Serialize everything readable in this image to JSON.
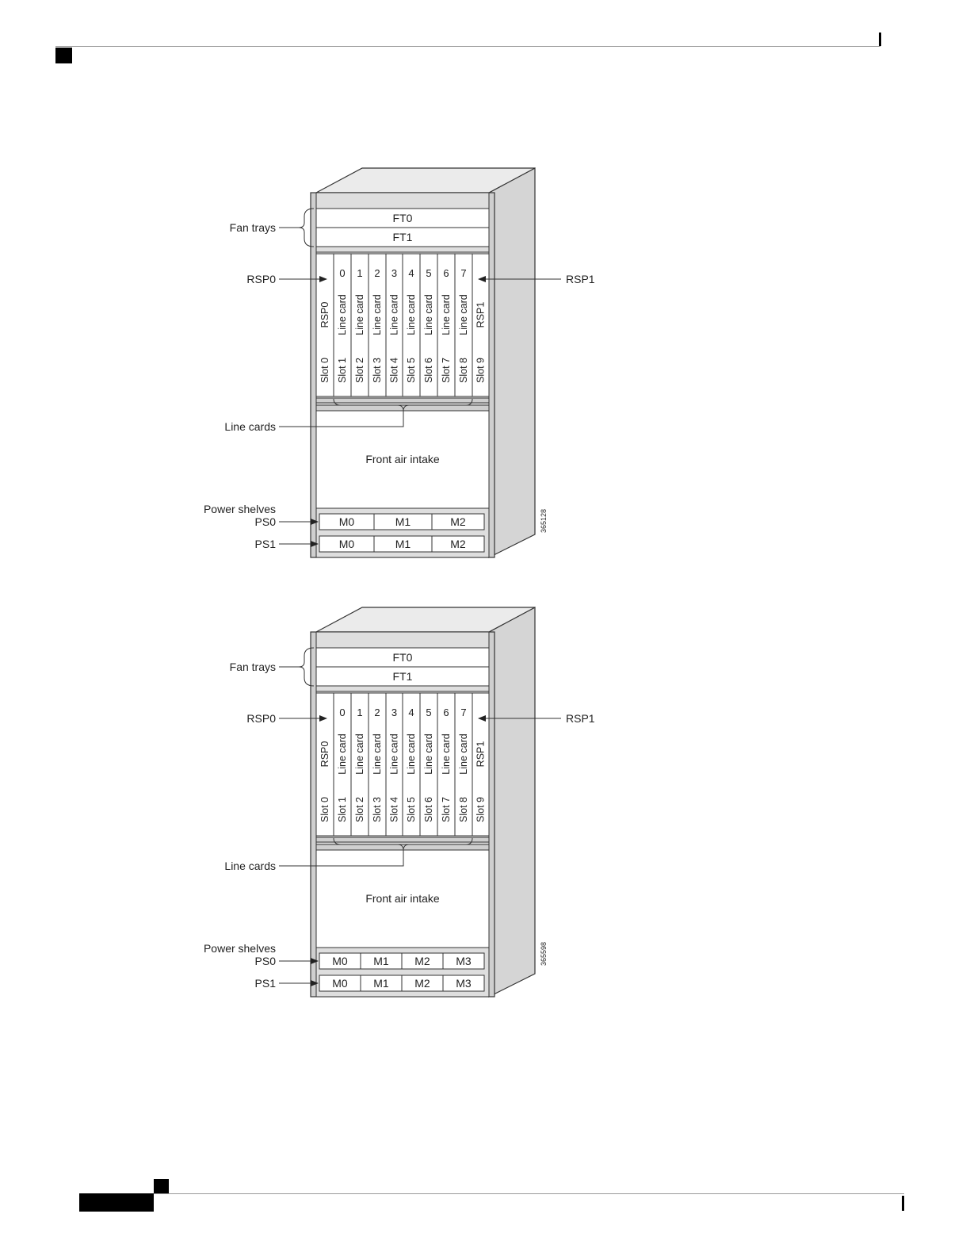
{
  "header": {
    "marker": "black-square"
  },
  "footer": {
    "marker": "black-bar"
  },
  "figures": [
    {
      "id_label": "365128",
      "callouts": {
        "fan_trays": "Fan trays",
        "rsp0": "RSP0",
        "rsp1": "RSP1",
        "line_cards": "Line cards",
        "power_shelves": "Power shelves",
        "ps0": "PS0",
        "ps1": "PS1"
      },
      "fan_trays": [
        "FT0",
        "FT1"
      ],
      "slots": [
        {
          "num": "",
          "name": "RSP0",
          "slot": "Slot 0"
        },
        {
          "num": "0",
          "name": "Line card",
          "slot": "Slot 1"
        },
        {
          "num": "1",
          "name": "Line card",
          "slot": "Slot 2"
        },
        {
          "num": "2",
          "name": "Line card",
          "slot": "Slot 3"
        },
        {
          "num": "3",
          "name": "Line card",
          "slot": "Slot 4"
        },
        {
          "num": "4",
          "name": "Line card",
          "slot": "Slot 5"
        },
        {
          "num": "5",
          "name": "Line card",
          "slot": "Slot 6"
        },
        {
          "num": "6",
          "name": "Line card",
          "slot": "Slot 7"
        },
        {
          "num": "7",
          "name": "Line card",
          "slot": "Slot 8"
        },
        {
          "num": "",
          "name": "RSP1",
          "slot": "Slot 9"
        }
      ],
      "air_intake": "Front air intake",
      "power_shelves": [
        {
          "modules": [
            "M0",
            "M1",
            "M2"
          ]
        },
        {
          "modules": [
            "M0",
            "M1",
            "M2"
          ]
        }
      ]
    },
    {
      "id_label": "365598",
      "callouts": {
        "fan_trays": "Fan trays",
        "rsp0": "RSP0",
        "rsp1": "RSP1",
        "line_cards": "Line cards",
        "power_shelves": "Power shelves",
        "ps0": "PS0",
        "ps1": "PS1"
      },
      "fan_trays": [
        "FT0",
        "FT1"
      ],
      "slots": [
        {
          "num": "",
          "name": "RSP0",
          "slot": "Slot 0"
        },
        {
          "num": "0",
          "name": "Line card",
          "slot": "Slot 1"
        },
        {
          "num": "1",
          "name": "Line card",
          "slot": "Slot 2"
        },
        {
          "num": "2",
          "name": "Line card",
          "slot": "Slot 3"
        },
        {
          "num": "3",
          "name": "Line card",
          "slot": "Slot 4"
        },
        {
          "num": "4",
          "name": "Line card",
          "slot": "Slot 5"
        },
        {
          "num": "5",
          "name": "Line card",
          "slot": "Slot 6"
        },
        {
          "num": "6",
          "name": "Line card",
          "slot": "Slot 7"
        },
        {
          "num": "7",
          "name": "Line card",
          "slot": "Slot 8"
        },
        {
          "num": "",
          "name": "RSP1",
          "slot": "Slot 9"
        }
      ],
      "air_intake": "Front air intake",
      "power_shelves": [
        {
          "modules": [
            "M0",
            "M1",
            "M2",
            "M3"
          ]
        },
        {
          "modules": [
            "M0",
            "M1",
            "M2",
            "M3"
          ]
        }
      ]
    }
  ]
}
